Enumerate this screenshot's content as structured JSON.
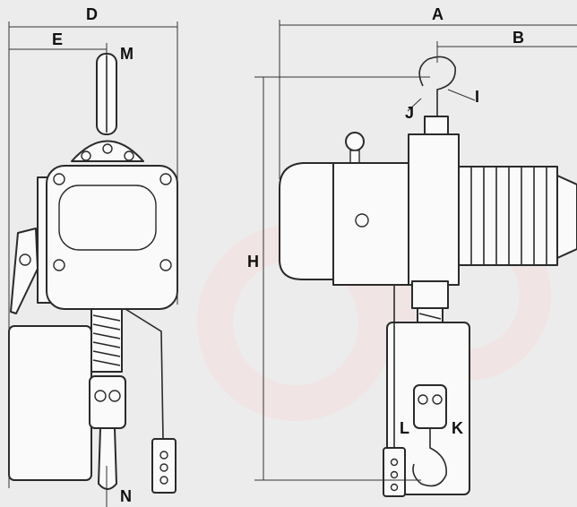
{
  "diagram": {
    "colors": {
      "background": "#ececec",
      "watermark": "#f2dcdc",
      "ink": "#2a2a2a",
      "body_fill": "#fafafa"
    },
    "dimension_labels": {
      "D": "D",
      "E": "E",
      "M": "M",
      "N": "N",
      "A": "A",
      "B": "B",
      "H": "H",
      "I": "I",
      "J": "J",
      "L": "L",
      "K": "K"
    }
  }
}
